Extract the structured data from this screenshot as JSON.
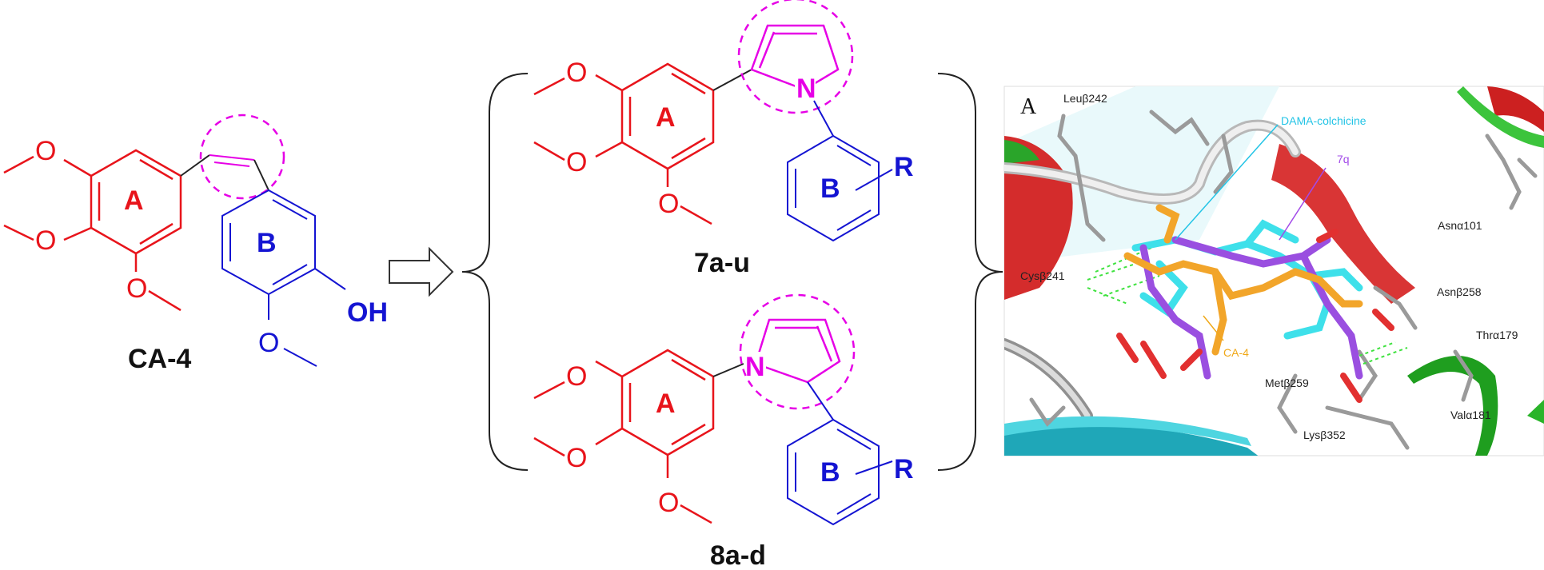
{
  "colors": {
    "ring_a": "#e8141b",
    "ring_b": "#1414d2",
    "pyrrole": "#e600e6",
    "dashed_circle": "#e600e6",
    "ligand_cyan": "#23c4e6",
    "ligand_purple": "#a24ae8",
    "ligand_orange": "#f0a818"
  },
  "ca4": {
    "o_labels": [
      "O",
      "O",
      "O"
    ],
    "ring_a": "A",
    "ring_b": "B",
    "hydroxyl": "OH",
    "methoxy_o": "O",
    "name": "CA-4"
  },
  "top": {
    "o_labels": [
      "O",
      "O",
      "O"
    ],
    "ring_a": "A",
    "n_label": "N",
    "ring_b": "B",
    "r_label": "R",
    "name": "7a-u"
  },
  "bottom": {
    "o_labels": [
      "O",
      "O",
      "O"
    ],
    "ring_a": "A",
    "n_label": "N",
    "ring_b": "B",
    "r_label": "R",
    "name": "8a-d"
  },
  "docking": {
    "panel_letter": "A",
    "residues": [
      "Leuβ242",
      "Asnα101",
      "Cysβ241",
      "Asnβ258",
      "Thrα179",
      "Metβ259",
      "Valα181",
      "Lysβ352"
    ],
    "ligands": [
      "DAMA-colchicine",
      "7q",
      "CA-4"
    ]
  }
}
